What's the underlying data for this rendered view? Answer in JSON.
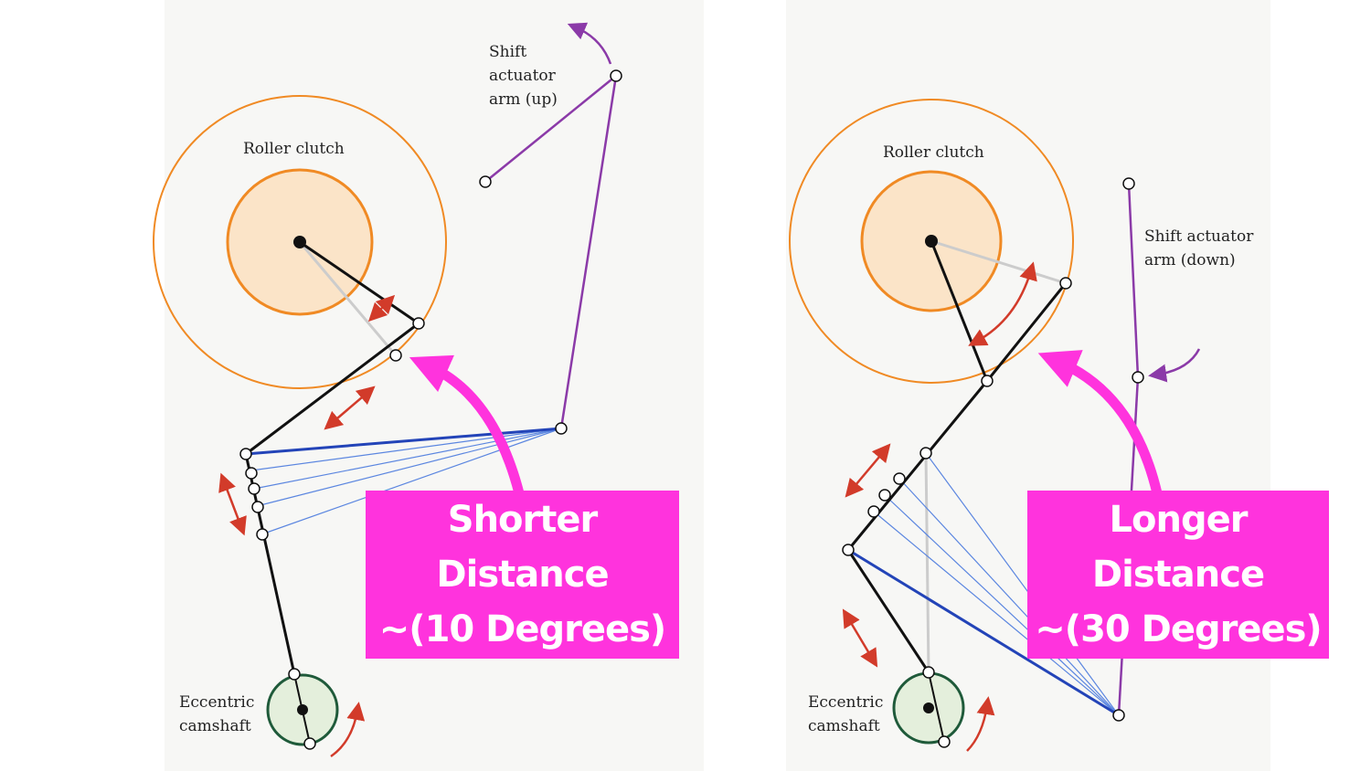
{
  "left_panel": {
    "roller_clutch_label": "Roller clutch",
    "actuator_label": "Shift\nactuator\narm (up)",
    "camshaft_label": "Eccentric\ncamshaft",
    "callout_line1": "Shorter Distance",
    "callout_line2": "~(10 Degrees)"
  },
  "right_panel": {
    "roller_clutch_label": "Roller clutch",
    "actuator_label": "Shift actuator\narm (down)",
    "camshaft_label": "Eccentric\ncamshaft",
    "callout_line1": "Longer Distance",
    "callout_line2": "~(30 Degrees)"
  },
  "colors": {
    "callout": "#ff33dd",
    "clutch_ring": "#f08a24",
    "clutch_fill": "#fbe4c8",
    "actuator_arm": "#8b3aa8",
    "links": "#2d5fd6",
    "motion_arrows": "#d23b2a",
    "camshaft_ring": "#1f5a3a",
    "camshaft_fill": "#e4efdc"
  }
}
